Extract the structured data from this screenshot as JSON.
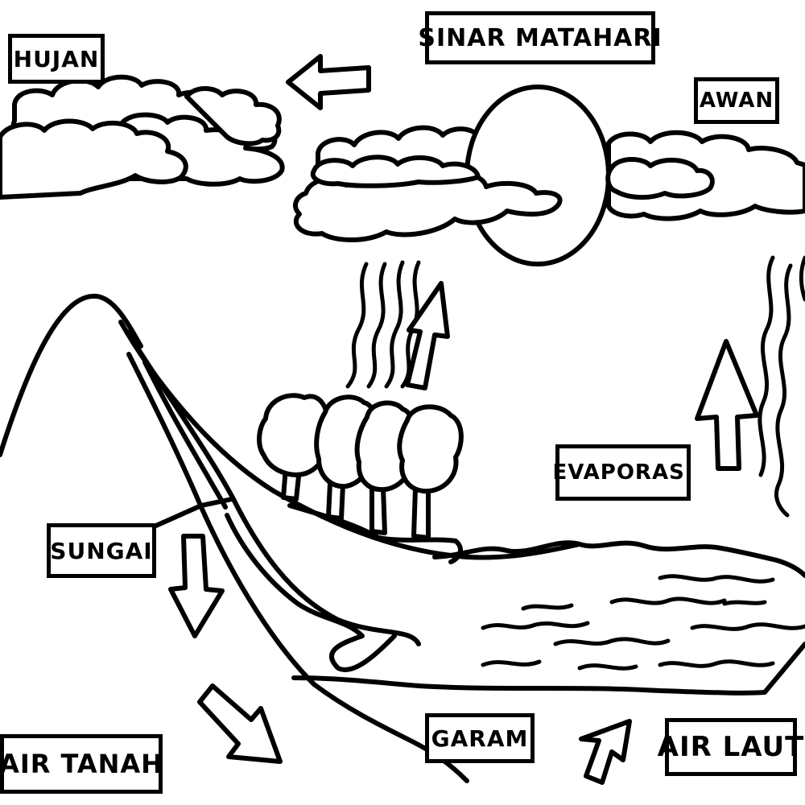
{
  "colors": {
    "ink": "#000000",
    "paper": "#ffffff"
  },
  "labels": {
    "hujan": "HUJAN",
    "sinar_matahari": "SINAR MATAHARI",
    "awan": "AWAN",
    "evaporasi": "EVAPORASI",
    "sungai": "SUNGAI",
    "air_tanah": "AIR TANAH",
    "garam": "GARAM",
    "air_laut": "AIR LAUT"
  },
  "icons": {
    "sun": "sun-icon",
    "cloud": "cloud-icon",
    "tree": "tree-icon",
    "mountain": "mountain-icon",
    "arrow": "arrow-icon",
    "heat_waves": "heat-wave-icon",
    "sea": "sea-icon"
  }
}
